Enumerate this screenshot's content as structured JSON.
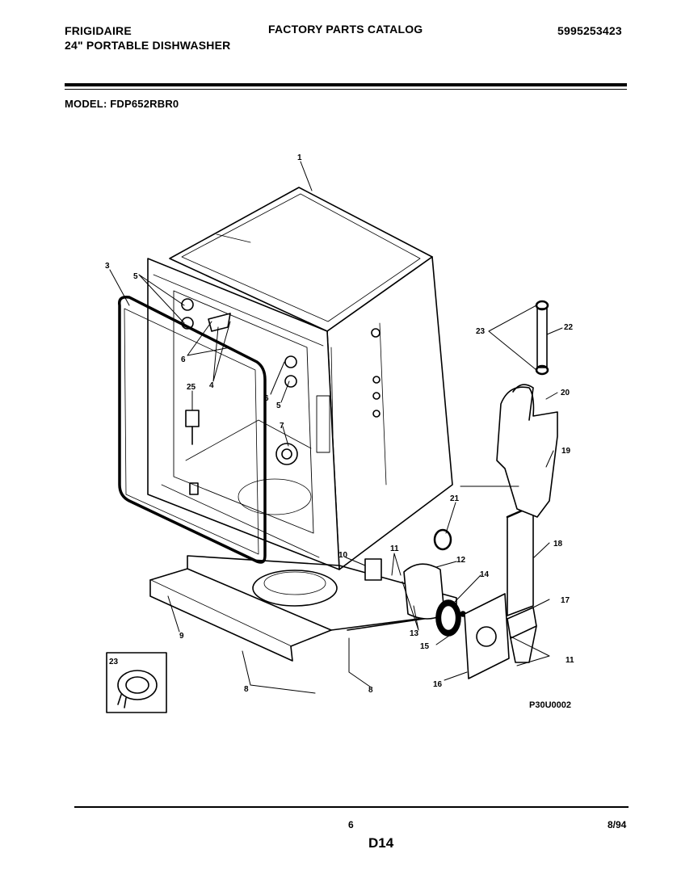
{
  "header": {
    "brand": "FRIGIDAIRE",
    "product": "24\" PORTABLE DISHWASHER",
    "catalog_title": "FACTORY PARTS CATALOG",
    "catalog_number": "5995253423",
    "model_line": "MODEL: FDP652RBR0"
  },
  "diagram": {
    "figure_code": "P30U0002",
    "callouts": [
      "1",
      "3",
      "4",
      "5",
      "6",
      "7",
      "8",
      "9",
      "10",
      "11",
      "12",
      "13",
      "14",
      "15",
      "16",
      "17",
      "18",
      "19",
      "20",
      "21",
      "22",
      "23",
      "25"
    ]
  },
  "footer": {
    "page": "6",
    "date": "8/94",
    "section": "D14"
  }
}
